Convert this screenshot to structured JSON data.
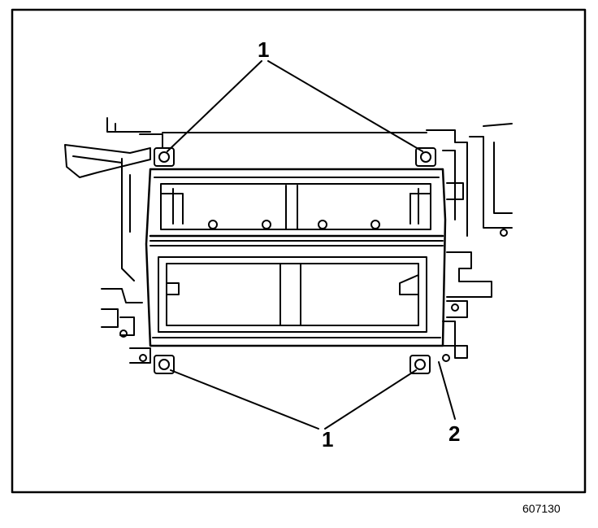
{
  "figure": {
    "id_label": "607130",
    "callouts": [
      {
        "key": "top",
        "text": "1"
      },
      {
        "key": "bottom",
        "text": "1"
      },
      {
        "key": "right",
        "text": "2"
      }
    ]
  }
}
